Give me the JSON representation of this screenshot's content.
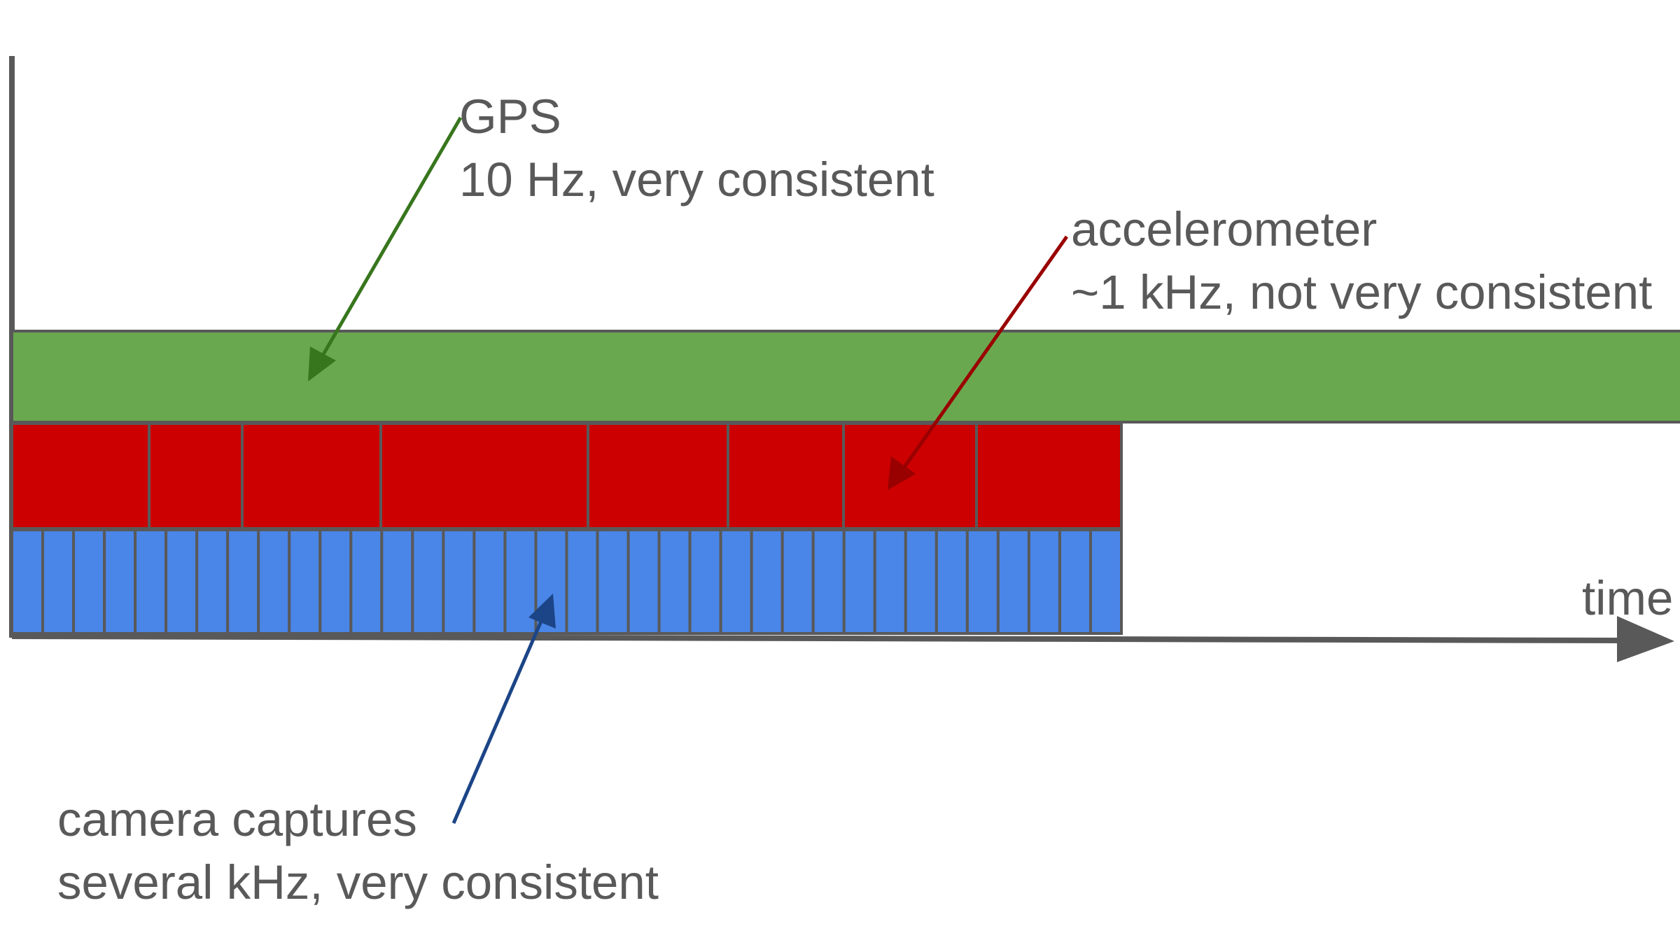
{
  "colors": {
    "gps": "#6aa84f",
    "accelerometer": "#cc0000",
    "camera": "#4a86e8",
    "outline": "#595959",
    "gps_arrow": "#38761d",
    "accelerometer_arrow": "#990000",
    "camera_arrow": "#1c4587",
    "text": "#595959"
  },
  "labels": {
    "gps": {
      "name": "GPS",
      "rate": "10 Hz, very consistent"
    },
    "accelerometer": {
      "name": "accelerometer",
      "rate": "~1 kHz, not very consistent"
    },
    "camera": {
      "name": "camera captures",
      "rate": "several kHz, very consistent"
    },
    "axis": "time"
  },
  "streams": {
    "accelerometer_sample_count": 8,
    "camera_sample_count": 36
  },
  "icons": {
    "time_axis_arrowhead": "arrow-right-icon"
  }
}
